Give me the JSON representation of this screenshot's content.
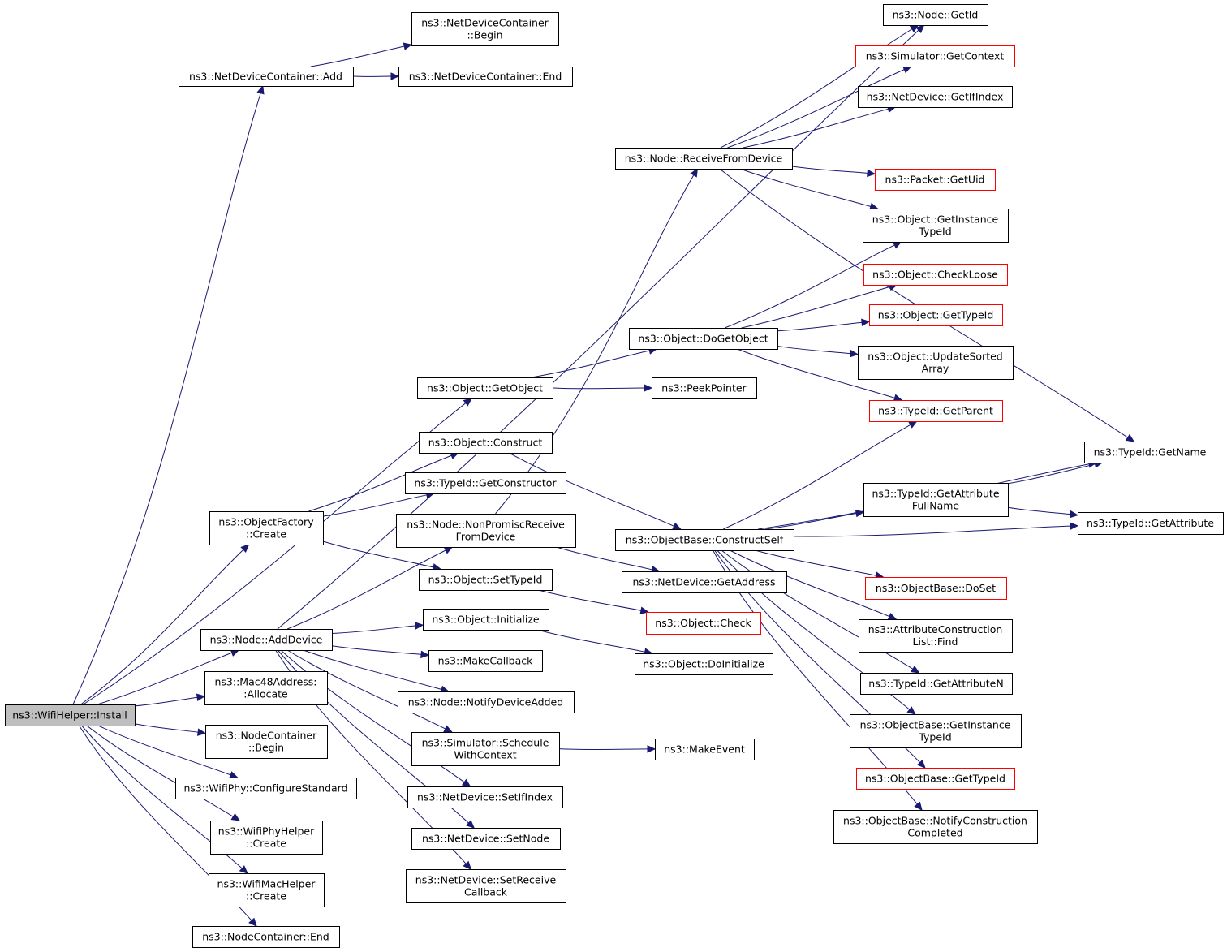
{
  "nodes": [
    {
      "id": "root",
      "lines": [
        "ns3::WifiHelper::Install"
      ],
      "style": "root"
    },
    {
      "id": "ndc_add",
      "lines": [
        "ns3::NetDeviceContainer::Add"
      ],
      "style": "normal"
    },
    {
      "id": "ndc_begin",
      "lines": [
        "ns3::NetDeviceContainer",
        "::Begin"
      ],
      "style": "normal"
    },
    {
      "id": "ndc_end",
      "lines": [
        "ns3::NetDeviceContainer::End"
      ],
      "style": "normal"
    },
    {
      "id": "node_getid",
      "lines": [
        "ns3::Node::GetId"
      ],
      "style": "normal"
    },
    {
      "id": "sim_getcontext",
      "lines": [
        "ns3::Simulator::GetContext"
      ],
      "style": "red"
    },
    {
      "id": "nd_getifindex",
      "lines": [
        "ns3::NetDevice::GetIfIndex"
      ],
      "style": "normal"
    },
    {
      "id": "node_recv",
      "lines": [
        "ns3::Node::ReceiveFromDevice"
      ],
      "style": "normal"
    },
    {
      "id": "pkt_getuid",
      "lines": [
        "ns3::Packet::GetUid"
      ],
      "style": "red"
    },
    {
      "id": "obj_getinsttid",
      "lines": [
        "ns3::Object::GetInstance",
        "TypeId"
      ],
      "style": "normal"
    },
    {
      "id": "obj_checkloose",
      "lines": [
        "ns3::Object::CheckLoose"
      ],
      "style": "red"
    },
    {
      "id": "obj_dogetobject",
      "lines": [
        "ns3::Object::DoGetObject"
      ],
      "style": "normal"
    },
    {
      "id": "obj_gettypeid",
      "lines": [
        "ns3::Object::GetTypeId"
      ],
      "style": "red"
    },
    {
      "id": "obj_updatesorted",
      "lines": [
        "ns3::Object::UpdateSorted",
        "Array"
      ],
      "style": "normal"
    },
    {
      "id": "obj_getobject",
      "lines": [
        "ns3::Object::GetObject"
      ],
      "style": "normal"
    },
    {
      "id": "peekpointer",
      "lines": [
        "ns3::PeekPointer"
      ],
      "style": "normal"
    },
    {
      "id": "tid_getparent",
      "lines": [
        "ns3::TypeId::GetParent"
      ],
      "style": "red"
    },
    {
      "id": "obj_construct",
      "lines": [
        "ns3::Object::Construct"
      ],
      "style": "normal"
    },
    {
      "id": "tid_getname",
      "lines": [
        "ns3::TypeId::GetName"
      ],
      "style": "normal"
    },
    {
      "id": "tid_getconstructor",
      "lines": [
        "ns3::TypeId::GetConstructor"
      ],
      "style": "normal"
    },
    {
      "id": "tid_getattrfull",
      "lines": [
        "ns3::TypeId::GetAttribute",
        "FullName"
      ],
      "style": "normal"
    },
    {
      "id": "objfactory_create",
      "lines": [
        "ns3::ObjectFactory",
        "::Create"
      ],
      "style": "normal"
    },
    {
      "id": "node_nonpromisc",
      "lines": [
        "ns3::Node::NonPromiscReceive",
        "FromDevice"
      ],
      "style": "normal"
    },
    {
      "id": "objbase_constructself",
      "lines": [
        "ns3::ObjectBase::ConstructSelf"
      ],
      "style": "normal"
    },
    {
      "id": "tid_getattribute",
      "lines": [
        "ns3::TypeId::GetAttribute"
      ],
      "style": "normal"
    },
    {
      "id": "obj_settypeid",
      "lines": [
        "ns3::Object::SetTypeId"
      ],
      "style": "normal"
    },
    {
      "id": "nd_getaddress",
      "lines": [
        "ns3::NetDevice::GetAddress"
      ],
      "style": "normal"
    },
    {
      "id": "objbase_doset",
      "lines": [
        "ns3::ObjectBase::DoSet"
      ],
      "style": "red"
    },
    {
      "id": "node_adddevice",
      "lines": [
        "ns3::Node::AddDevice"
      ],
      "style": "normal"
    },
    {
      "id": "obj_initialize",
      "lines": [
        "ns3::Object::Initialize"
      ],
      "style": "normal"
    },
    {
      "id": "obj_check",
      "lines": [
        "ns3::Object::Check"
      ],
      "style": "red"
    },
    {
      "id": "acl_find",
      "lines": [
        "ns3::AttributeConstruction",
        "List::Find"
      ],
      "style": "normal"
    },
    {
      "id": "makecallback",
      "lines": [
        "ns3::MakeCallback"
      ],
      "style": "normal"
    },
    {
      "id": "obj_doinitialize",
      "lines": [
        "ns3::Object::DoInitialize"
      ],
      "style": "normal"
    },
    {
      "id": "mac48_allocate",
      "lines": [
        "ns3::Mac48Address:",
        ":Allocate"
      ],
      "style": "normal"
    },
    {
      "id": "tid_getattrn",
      "lines": [
        "ns3::TypeId::GetAttributeN"
      ],
      "style": "normal"
    },
    {
      "id": "node_notifyadded",
      "lines": [
        "ns3::Node::NotifyDeviceAdded"
      ],
      "style": "normal"
    },
    {
      "id": "nc_begin",
      "lines": [
        "ns3::NodeContainer",
        "::Begin"
      ],
      "style": "normal"
    },
    {
      "id": "objbase_getinsttid",
      "lines": [
        "ns3::ObjectBase::GetInstance",
        "TypeId"
      ],
      "style": "normal"
    },
    {
      "id": "sim_schedwctx",
      "lines": [
        "ns3::Simulator::Schedule",
        "WithContext"
      ],
      "style": "normal"
    },
    {
      "id": "makeevent",
      "lines": [
        "ns3::MakeEvent"
      ],
      "style": "normal"
    },
    {
      "id": "wifiphy_configstd",
      "lines": [
        "ns3::WifiPhy::ConfigureStandard"
      ],
      "style": "normal"
    },
    {
      "id": "objbase_gettypeid",
      "lines": [
        "ns3::ObjectBase::GetTypeId"
      ],
      "style": "red"
    },
    {
      "id": "nd_setifindex",
      "lines": [
        "ns3::NetDevice::SetIfIndex"
      ],
      "style": "normal"
    },
    {
      "id": "objbase_notifyconstr",
      "lines": [
        "ns3::ObjectBase::NotifyConstruction",
        "Completed"
      ],
      "style": "normal"
    },
    {
      "id": "wifiphyhelper_create",
      "lines": [
        "ns3::WifiPhyHelper",
        "::Create"
      ],
      "style": "normal"
    },
    {
      "id": "nd_setnode",
      "lines": [
        "ns3::NetDevice::SetNode"
      ],
      "style": "normal"
    },
    {
      "id": "nd_setrecvcb",
      "lines": [
        "ns3::NetDevice::SetReceive",
        "Callback"
      ],
      "style": "normal"
    },
    {
      "id": "wifimachelper_create",
      "lines": [
        "ns3::WifiMacHelper",
        "::Create"
      ],
      "style": "normal"
    },
    {
      "id": "nc_end",
      "lines": [
        "ns3::NodeContainer::End"
      ],
      "style": "normal"
    }
  ],
  "edges": [
    [
      "root",
      "ndc_add"
    ],
    [
      "root",
      "obj_getobject"
    ],
    [
      "root",
      "objfactory_create"
    ],
    [
      "root",
      "node_adddevice"
    ],
    [
      "root",
      "mac48_allocate"
    ],
    [
      "root",
      "nc_begin"
    ],
    [
      "root",
      "wifiphy_configstd"
    ],
    [
      "root",
      "wifiphyhelper_create"
    ],
    [
      "root",
      "wifimachelper_create"
    ],
    [
      "root",
      "nc_end"
    ],
    [
      "ndc_add",
      "ndc_begin"
    ],
    [
      "ndc_add",
      "ndc_end"
    ],
    [
      "obj_getobject",
      "obj_dogetobject"
    ],
    [
      "obj_getobject",
      "peekpointer"
    ],
    [
      "obj_dogetobject",
      "obj_getinsttid"
    ],
    [
      "obj_dogetobject",
      "obj_checkloose"
    ],
    [
      "obj_dogetobject",
      "obj_gettypeid"
    ],
    [
      "obj_dogetobject",
      "obj_updatesorted"
    ],
    [
      "obj_dogetobject",
      "tid_getparent"
    ],
    [
      "objfactory_create",
      "obj_construct"
    ],
    [
      "objfactory_create",
      "tid_getconstructor"
    ],
    [
      "objfactory_create",
      "obj_settypeid"
    ],
    [
      "obj_construct",
      "objbase_constructself"
    ],
    [
      "objbase_constructself",
      "tid_getparent"
    ],
    [
      "objbase_constructself",
      "tid_getname"
    ],
    [
      "objbase_constructself",
      "tid_getattrfull"
    ],
    [
      "objbase_constructself",
      "tid_getattribute"
    ],
    [
      "objbase_constructself",
      "objbase_doset"
    ],
    [
      "objbase_constructself",
      "acl_find"
    ],
    [
      "objbase_constructself",
      "tid_getattrn"
    ],
    [
      "objbase_constructself",
      "objbase_getinsttid"
    ],
    [
      "objbase_constructself",
      "objbase_gettypeid"
    ],
    [
      "objbase_constructself",
      "objbase_notifyconstr"
    ],
    [
      "tid_getattrfull",
      "tid_getname"
    ],
    [
      "tid_getattrfull",
      "tid_getattribute"
    ],
    [
      "node_adddevice",
      "node_getid"
    ],
    [
      "node_adddevice",
      "node_nonpromisc"
    ],
    [
      "node_adddevice",
      "obj_initialize"
    ],
    [
      "node_adddevice",
      "makecallback"
    ],
    [
      "node_adddevice",
      "node_notifyadded"
    ],
    [
      "node_adddevice",
      "sim_schedwctx"
    ],
    [
      "node_adddevice",
      "nd_setifindex"
    ],
    [
      "node_adddevice",
      "nd_setnode"
    ],
    [
      "node_adddevice",
      "nd_setrecvcb"
    ],
    [
      "node_nonpromisc",
      "node_recv"
    ],
    [
      "node_nonpromisc",
      "nd_getaddress"
    ],
    [
      "node_recv",
      "node_getid"
    ],
    [
      "node_recv",
      "sim_getcontext"
    ],
    [
      "node_recv",
      "nd_getifindex"
    ],
    [
      "node_recv",
      "pkt_getuid"
    ],
    [
      "node_recv",
      "obj_getinsttid"
    ],
    [
      "node_recv",
      "tid_getname"
    ],
    [
      "obj_settypeid",
      "obj_check"
    ],
    [
      "obj_initialize",
      "obj_doinitialize"
    ],
    [
      "sim_schedwctx",
      "makeevent"
    ]
  ]
}
